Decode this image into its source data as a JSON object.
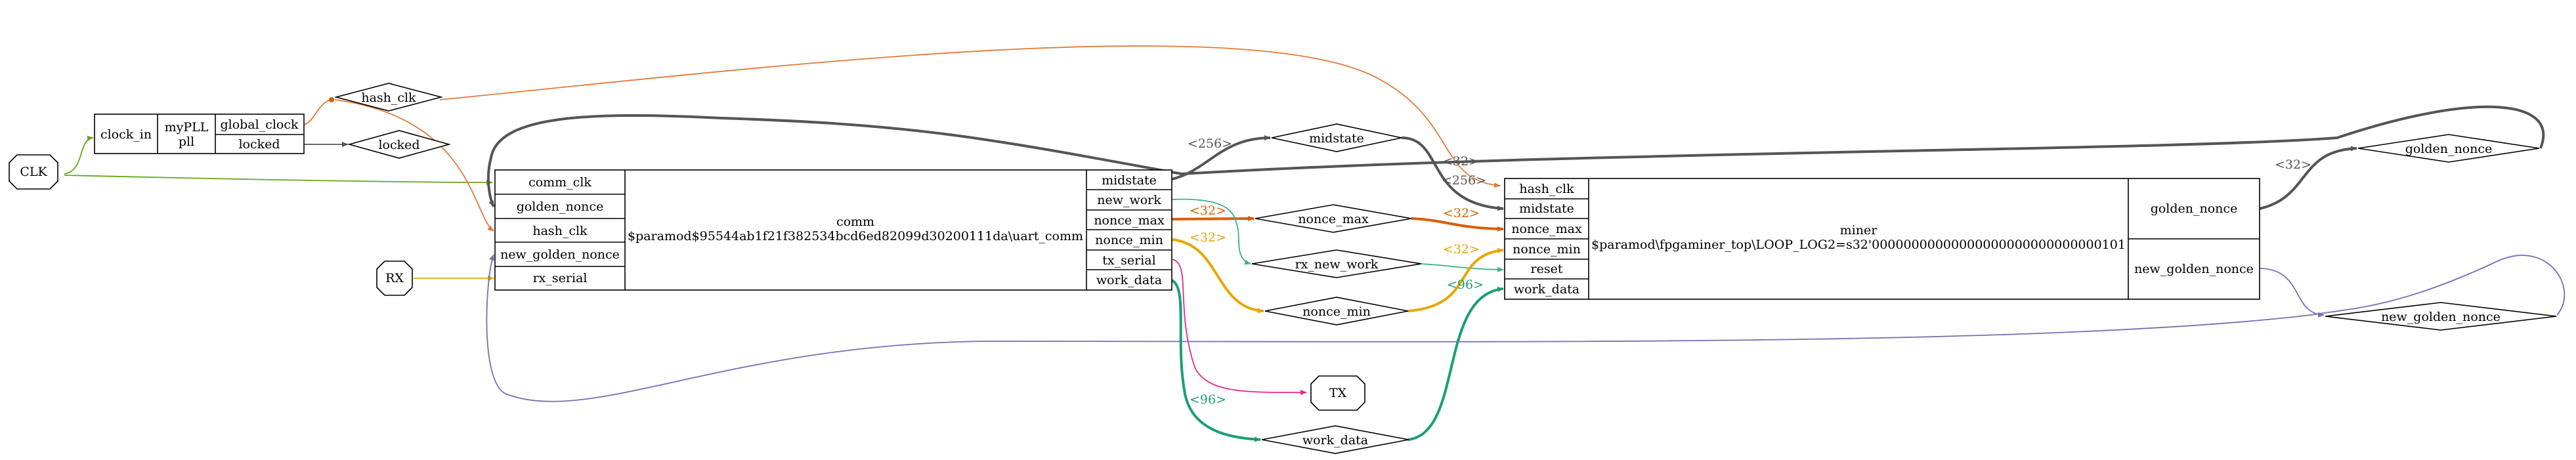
{
  "colors": {
    "black": "#000000",
    "dark": "#555555",
    "orange_light": "#e07a3a",
    "orange": "#d95f02",
    "green_light": "#66a61e",
    "gold": "#e6a800",
    "teal": "#1b9e77",
    "teal_light": "#3fb08a",
    "purple": "#7570b3",
    "magenta": "#e7298a"
  },
  "ports": {
    "clk": "CLK",
    "rx": "RX",
    "tx": "TX",
    "hash_clk": "hash_clk",
    "locked": "locked",
    "midstate": "midstate",
    "nonce_max": "nonce_max",
    "rx_new_work": "rx_new_work",
    "nonce_min": "nonce_min",
    "work_data": "work_data",
    "golden_nonce": "golden_nonce",
    "new_golden_nonce": "new_golden_nonce"
  },
  "pll": {
    "in_port": "clock_in",
    "name_line1": "myPLL",
    "name_line2": "pll",
    "out_port_1": "global_clock",
    "out_port_2": "locked"
  },
  "comm": {
    "in_ports": [
      "comm_clk",
      "golden_nonce",
      "hash_clk",
      "new_golden_nonce",
      "rx_serial"
    ],
    "name_line1": "comm",
    "name_line2": "$paramod$95544ab1f21f382534bcd6ed82099d30200111da\\uart_comm",
    "out_ports": [
      "midstate",
      "new_work",
      "nonce_max",
      "nonce_min",
      "tx_serial",
      "work_data"
    ]
  },
  "miner": {
    "in_ports": [
      "hash_clk",
      "midstate",
      "nonce_max",
      "nonce_min",
      "reset",
      "work_data"
    ],
    "name_line1": "miner",
    "name_line2": "$paramod\\fpgaminer_top\\LOOP_LOG2=s32'00000000000000000000000000000101",
    "out_ports": [
      "golden_nonce",
      "new_golden_nonce"
    ]
  },
  "widths": {
    "w256a": "<256>",
    "w256b": "<256>",
    "w32a": "<32>",
    "w32b": "<32>",
    "w32c": "<32>",
    "w32d": "<32>",
    "w32e": "<32>",
    "w96a": "<96>",
    "w96b": "<96>"
  }
}
